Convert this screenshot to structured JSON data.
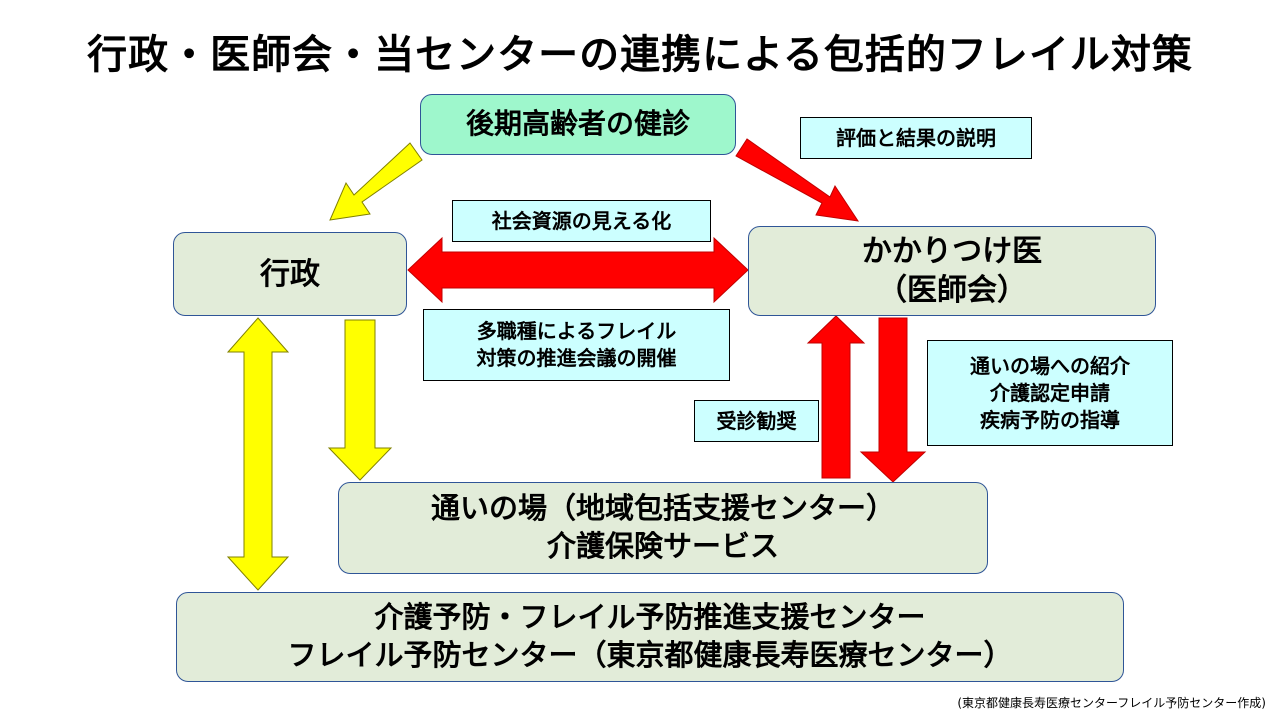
{
  "title": "行政・医師会・当センターの連携による包括的フレイル対策",
  "nodes": {
    "checkup": "後期高齢者の健診",
    "gov": "行政",
    "doctor": [
      "かかりつけ医",
      "（医師会）"
    ],
    "kayoi": [
      "通いの場（地域包括支援センター）",
      "介護保険サービス"
    ],
    "center": [
      "介護予防・フレイル予防推進支援センター",
      "フレイル予防センター（東京都健康長寿医療センター）"
    ]
  },
  "labels": {
    "evaluation": "評価と結果の説明",
    "visualize": "社会資源の見える化",
    "meeting": [
      "多職種によるフレイル",
      "対策の推進会議の開催"
    ],
    "referral": [
      "通いの場への紹介",
      "介護認定申請",
      "疾病予防の指導"
    ],
    "consult": "受診勧奨"
  },
  "credit": "(東京都健康長寿医療センターフレイル予防センター作成)",
  "colors": {
    "yellow_arrow": "#ffff00",
    "red_arrow": "#ff0000",
    "box_fill": "#e2ecd9",
    "checkup_fill": "#9ef7cc",
    "label_fill": "#ccffff"
  }
}
